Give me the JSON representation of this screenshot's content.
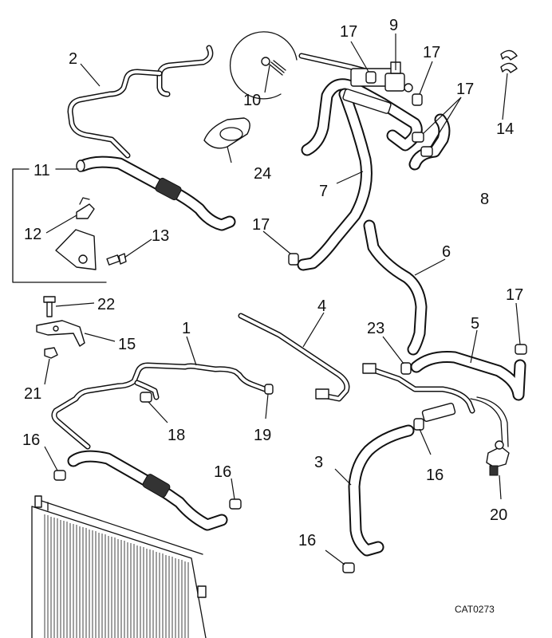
{
  "callouts": [
    {
      "id": "c1",
      "text": "1"
    },
    {
      "id": "c2",
      "text": "2"
    },
    {
      "id": "c3",
      "text": "3"
    },
    {
      "id": "c4",
      "text": "4"
    },
    {
      "id": "c5",
      "text": "5"
    },
    {
      "id": "c6",
      "text": "6"
    },
    {
      "id": "c7",
      "text": "7"
    },
    {
      "id": "c8",
      "text": "8"
    },
    {
      "id": "c9",
      "text": "9"
    },
    {
      "id": "c10",
      "text": "10"
    },
    {
      "id": "c11",
      "text": "11"
    },
    {
      "id": "c12",
      "text": "12"
    },
    {
      "id": "c13",
      "text": "13"
    },
    {
      "id": "c14",
      "text": "14"
    },
    {
      "id": "c15",
      "text": "15"
    },
    {
      "id": "c16a",
      "text": "16"
    },
    {
      "id": "c16b",
      "text": "16"
    },
    {
      "id": "c16c",
      "text": "16"
    },
    {
      "id": "c16d",
      "text": "16"
    },
    {
      "id": "c17a",
      "text": "17"
    },
    {
      "id": "c17b",
      "text": "17"
    },
    {
      "id": "c17c",
      "text": "17"
    },
    {
      "id": "c17d",
      "text": "17"
    },
    {
      "id": "c17e",
      "text": "17"
    },
    {
      "id": "c18",
      "text": "18"
    },
    {
      "id": "c19",
      "text": "19"
    },
    {
      "id": "c20",
      "text": "20"
    },
    {
      "id": "c21",
      "text": "21"
    },
    {
      "id": "c22",
      "text": "22"
    },
    {
      "id": "c23",
      "text": "23"
    },
    {
      "id": "c24",
      "text": "24"
    }
  ],
  "catalog_code": "CAT0273"
}
